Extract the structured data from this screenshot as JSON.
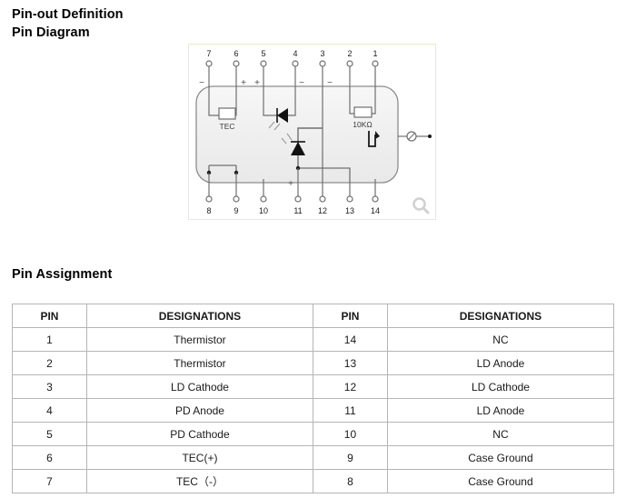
{
  "headings": {
    "line1": "Pin-out Definition",
    "line2": "Pin Diagram",
    "pin_assignment": "Pin Assignment"
  },
  "diagram": {
    "title": "Pin Diagram",
    "zoom_icon": "magnifier-zoom-in-icon",
    "top_pins": [
      {
        "number": "7",
        "sign": "−"
      },
      {
        "number": "6",
        "sign": "+"
      },
      {
        "number": "5",
        "sign": "+"
      },
      {
        "number": "4",
        "sign": "−"
      },
      {
        "number": "3",
        "sign": "−"
      },
      {
        "number": "2",
        "sign": ""
      },
      {
        "number": "1",
        "sign": ""
      }
    ],
    "bottom_pins": [
      {
        "number": "8",
        "sign": ""
      },
      {
        "number": "9",
        "sign": ""
      },
      {
        "number": "10",
        "sign": ""
      },
      {
        "number": "11",
        "sign": "+"
      },
      {
        "number": "12",
        "sign": ""
      },
      {
        "number": "13",
        "sign": ""
      },
      {
        "number": "14",
        "sign": ""
      }
    ],
    "components": [
      {
        "id": "tec-element",
        "label": "TEC",
        "symbol": "resistor-box"
      },
      {
        "id": "thermistor-element",
        "label": "10KΩ",
        "symbol": "resistor-box"
      },
      {
        "id": "photodiode",
        "label": "",
        "symbol": "photodiode-triangle"
      },
      {
        "id": "laser-diode",
        "label": "",
        "symbol": "laser-diode-triangle"
      },
      {
        "id": "isolator",
        "label": "",
        "symbol": "isolator-symbol"
      },
      {
        "id": "fiber-output",
        "label": "",
        "symbol": "fiber-connector"
      },
      {
        "id": "case-body",
        "label": "",
        "symbol": "butterfly-package-outline"
      }
    ]
  },
  "table": {
    "headers": [
      "PIN",
      "DESIGNATIONS",
      "PIN",
      "DESIGNATIONS"
    ],
    "rows": [
      [
        "1",
        "Thermistor",
        "14",
        "NC"
      ],
      [
        "2",
        "Thermistor",
        "13",
        "LD Anode"
      ],
      [
        "3",
        "LD Cathode",
        "12",
        "LD Cathode"
      ],
      [
        "4",
        "PD Anode",
        "11",
        "LD Anode"
      ],
      [
        "5",
        "PD Cathode",
        "10",
        "NC"
      ],
      [
        "6",
        "TEC(+)",
        "9",
        "Case Ground"
      ],
      [
        "7",
        "TEC（-）",
        "8",
        "Case Ground"
      ]
    ]
  },
  "colors": {
    "panel_border": "#f1e5cc",
    "table_border": "#b5b5b5",
    "text": "#000000",
    "wire": "#6f6f6f",
    "package_fill": "#f2f2f2"
  }
}
